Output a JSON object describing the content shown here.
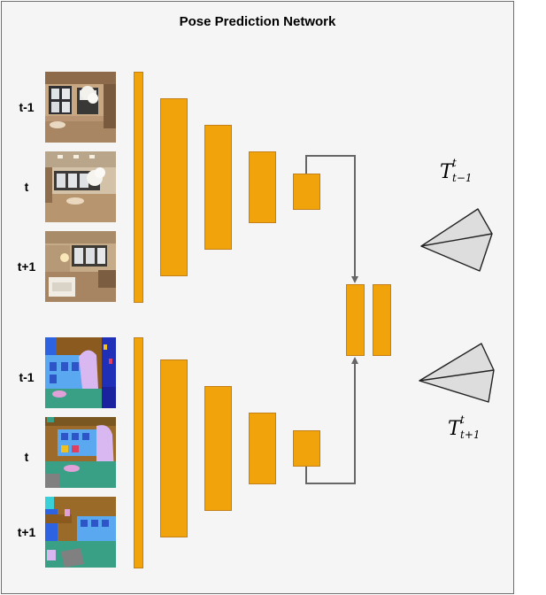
{
  "title": "Pose Prediction Network",
  "rgb_frames": [
    {
      "label": "t-1"
    },
    {
      "label": "t"
    },
    {
      "label": "t+1"
    }
  ],
  "seg_frames": [
    {
      "label": "t-1"
    },
    {
      "label": "t"
    },
    {
      "label": "t+1"
    }
  ],
  "outputs": [
    {
      "symbol": "T",
      "superscript": "t",
      "subscript": "t−1"
    },
    {
      "symbol": "T",
      "superscript": "t",
      "subscript": "t+1"
    }
  ],
  "colors": {
    "layer_fill": "#f0a30a",
    "layer_stroke": "#c47f17",
    "arrow": "#666666",
    "camera_fill": "#dddddd"
  }
}
